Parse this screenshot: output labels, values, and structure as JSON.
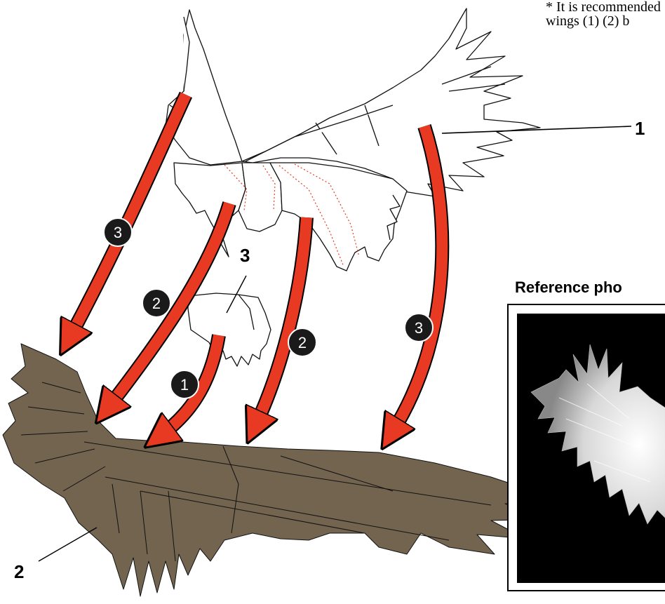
{
  "note": "* It is recommended\nwings (1) (2) b",
  "reference_title": "Reference pho",
  "part_labels": {
    "top_wing": "1",
    "bottom_wing": "2",
    "middle_piece": "3"
  },
  "arrow_steps": {
    "a": "3",
    "b": "2",
    "c": "1",
    "d": "2",
    "e": "3"
  },
  "colors": {
    "arrow": "#E83A22",
    "assembled_wing": "#736450",
    "step_badge": "#1a1a1a",
    "fold_line": "#E83A22"
  }
}
